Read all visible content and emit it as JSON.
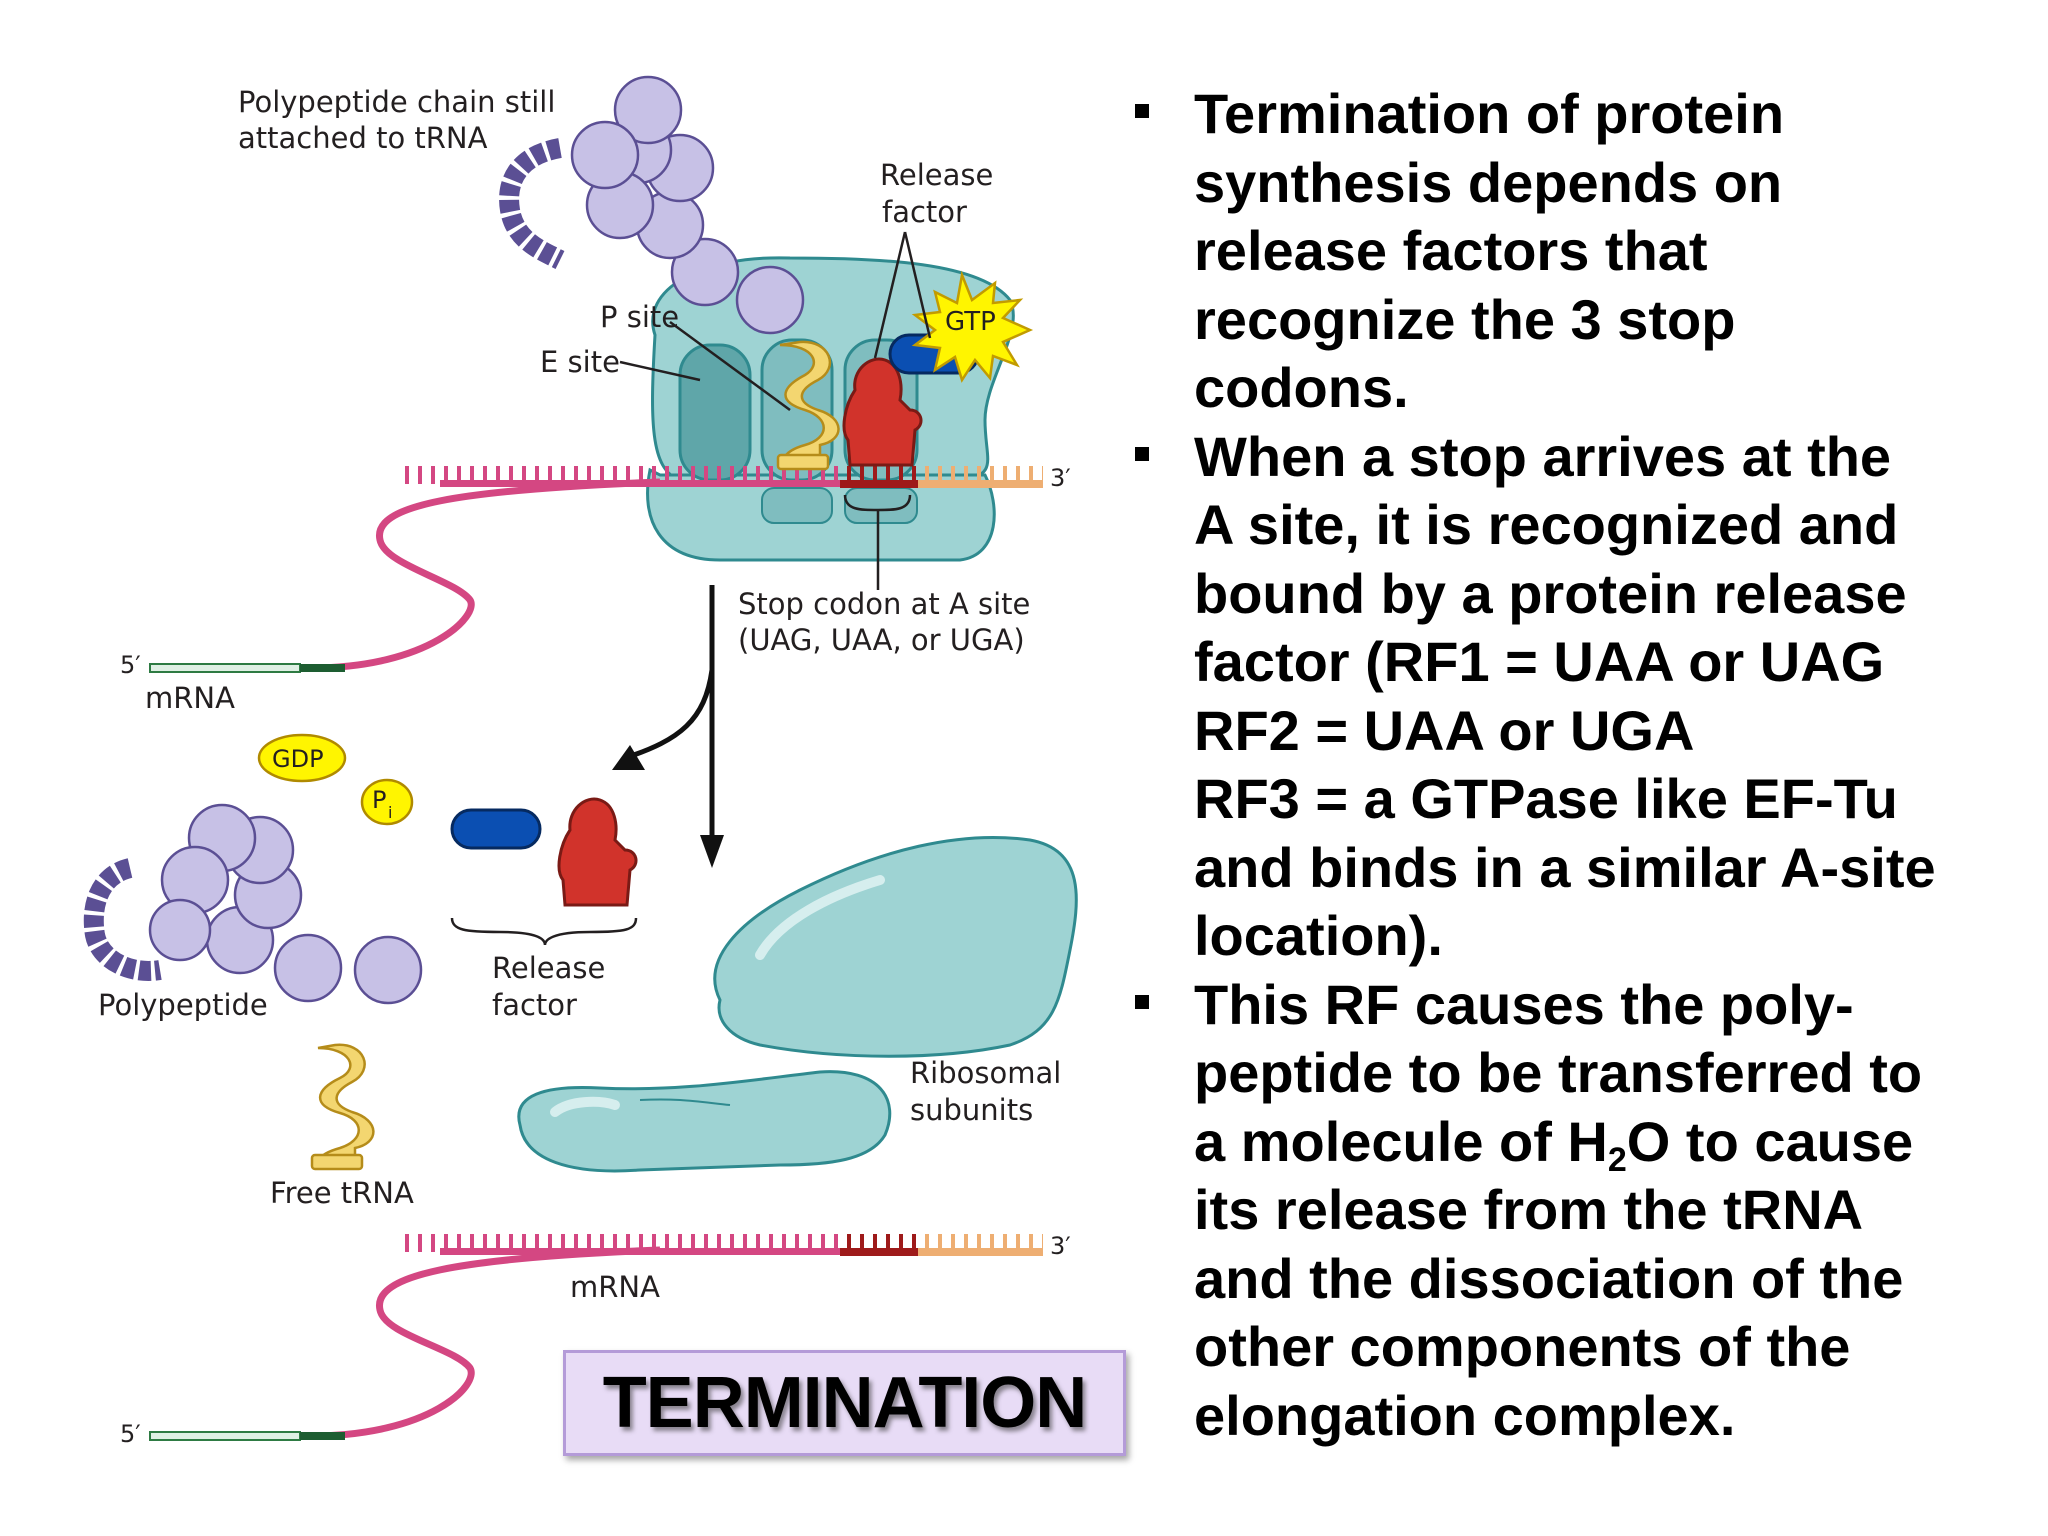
{
  "diagram": {
    "labels": {
      "polypeptide_attached_line1": "Polypeptide chain still",
      "polypeptide_attached_line2": "attached to tRNA",
      "release_factor_top_line1": "Release",
      "release_factor_top_line2": "factor",
      "gtp": "GTP",
      "p_site": "P site",
      "e_site": "E site",
      "three_prime_top": "3′",
      "five_prime_top": "5′",
      "mrna_top": "mRNA",
      "stop_codon_line1": "Stop codon at A site",
      "stop_codon_line2": "(UAG, UAA, or UGA)",
      "gdp": "GDP",
      "pi_main": "P",
      "pi_sub": "i",
      "release_factor_bottom_line1": "Release",
      "release_factor_bottom_line2": "factor",
      "polypeptide": "Polypeptide",
      "free_trna": "Free tRNA",
      "ribosomal_subunits_line1": "Ribosomal",
      "ribosomal_subunits_line2": "subunits",
      "three_prime_bottom": "3′",
      "mrna_bottom": "mRNA",
      "five_prime_bottom": "5′"
    },
    "colors": {
      "ribosome": "#9ed3d3",
      "polypeptide_bead": "#c7c1e6",
      "release_factor": "#d1332b",
      "gtp_protein": "#0b4fb2",
      "trna": "#f3d670",
      "mrna": "#d44782",
      "stop_codon": "#9e1a1a",
      "utr_3prime": "#eeae72"
    }
  },
  "title_badge": "TERMINATION",
  "bullets": [
    {
      "lines": [
        "Termination of protein",
        "synthesis depends on",
        "release factors that",
        "recognize the 3 stop",
        "codons."
      ]
    },
    {
      "lines": [
        "When a stop arrives at the",
        "A site, it is recognized and",
        "bound by a protein release",
        "factor (RF1 = UAA or UAG",
        "RF2 = UAA or UGA",
        "RF3 = a GTPase like EF-Tu",
        "and binds in a similar A-site",
        "location)."
      ]
    },
    {
      "line1": "This RF causes the poly-",
      "line2": "peptide to be transferred to",
      "line3_pre": "a molecule of H",
      "line3_sub": "2",
      "line3_post": "O to cause",
      "line4": "its release from the tRNA",
      "line5": "and the dissociation of the",
      "line6": "other components of the",
      "line7": "elongation complex."
    }
  ]
}
